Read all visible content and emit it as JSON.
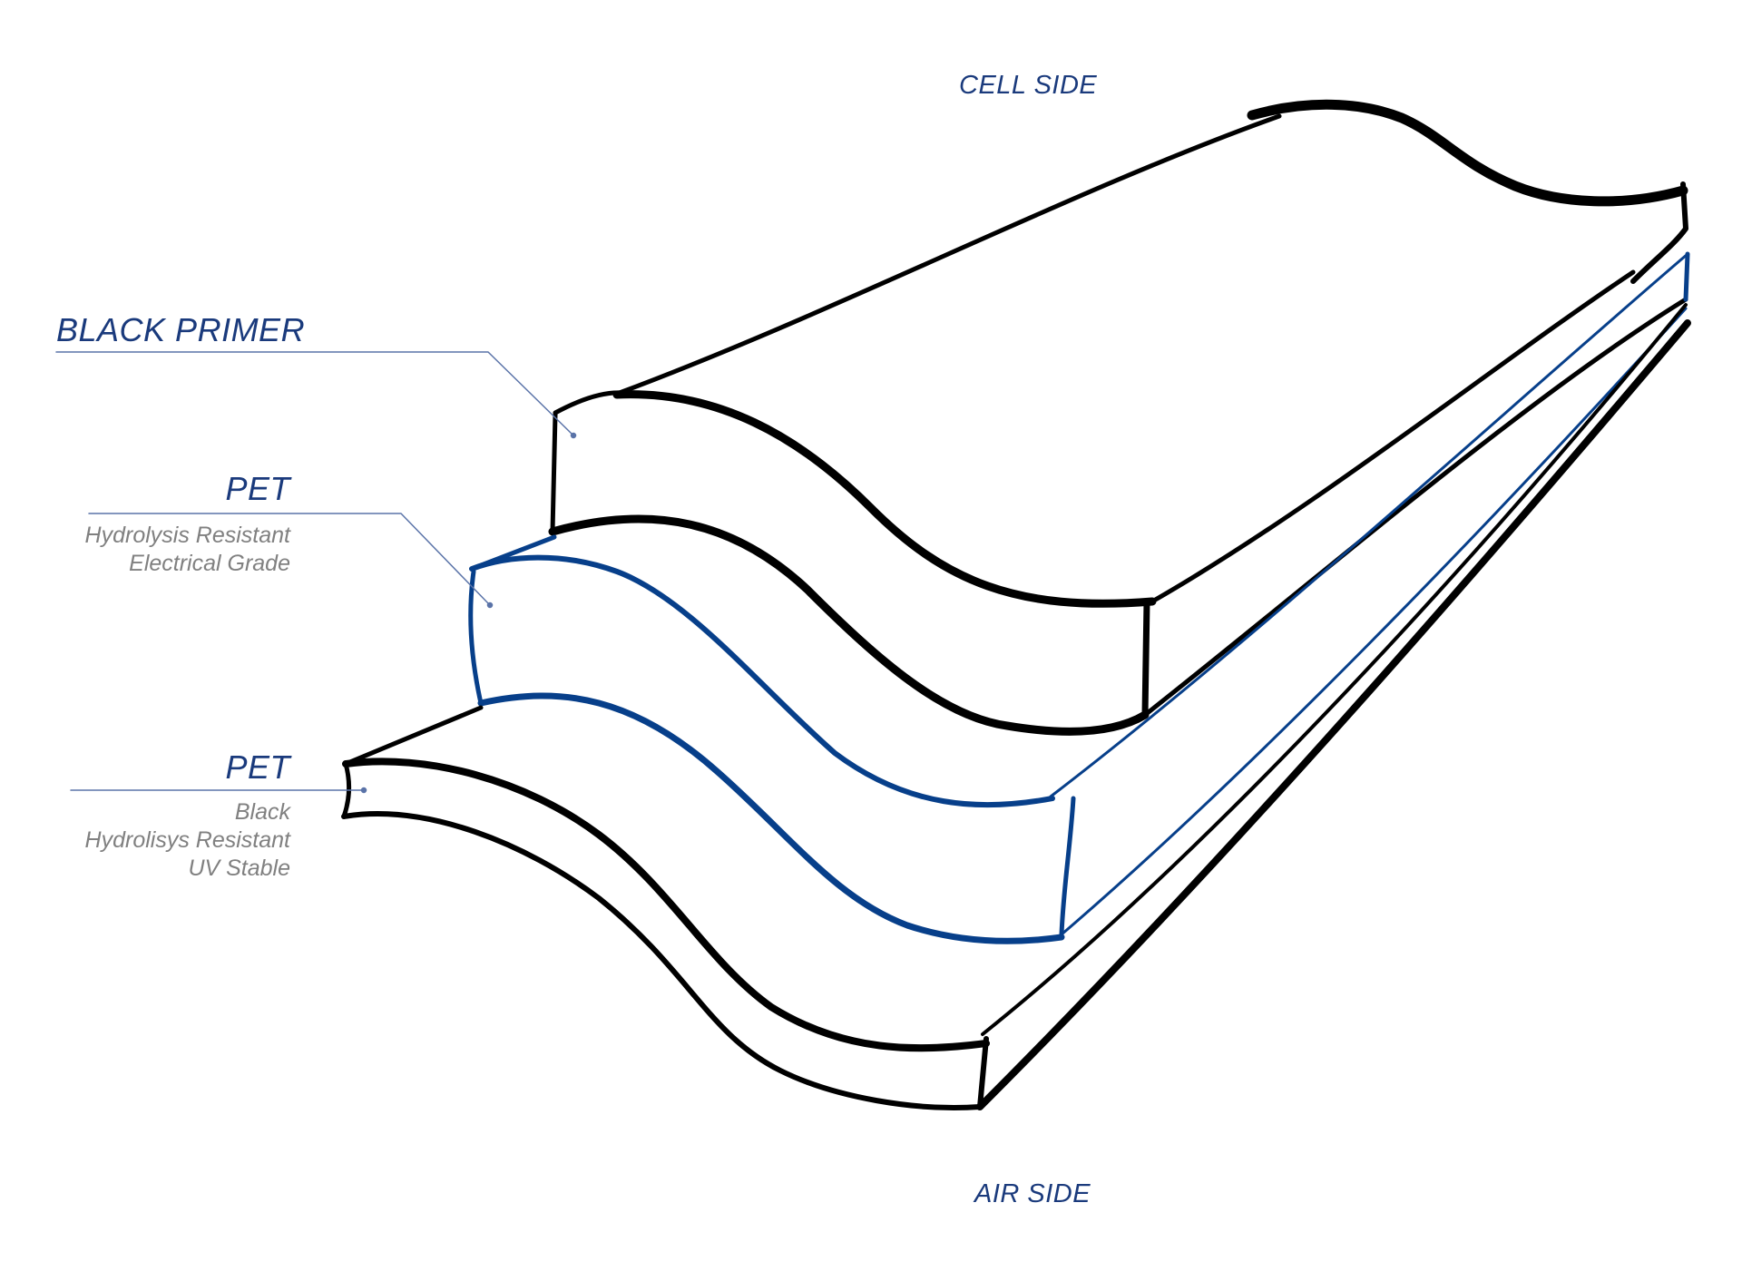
{
  "labels": {
    "cell_side": "CELL SIDE",
    "air_side": "AIR SIDE",
    "black_primer": "BLACK PRIMER",
    "pet_middle": {
      "title": "PET",
      "lines": [
        "Hydrolysis Resistant",
        "Electrical Grade"
      ]
    },
    "pet_bottom": {
      "title": "PET",
      "lines": [
        "Black",
        "Hydrolisys Resistant",
        "UV Stable"
      ]
    }
  },
  "colors": {
    "label_blue": "#1a3a7c",
    "subtext_gray": "#808080",
    "leader_blue": "#5a73a8",
    "outline_black": "#000000",
    "outline_blue": "#073f8a"
  }
}
